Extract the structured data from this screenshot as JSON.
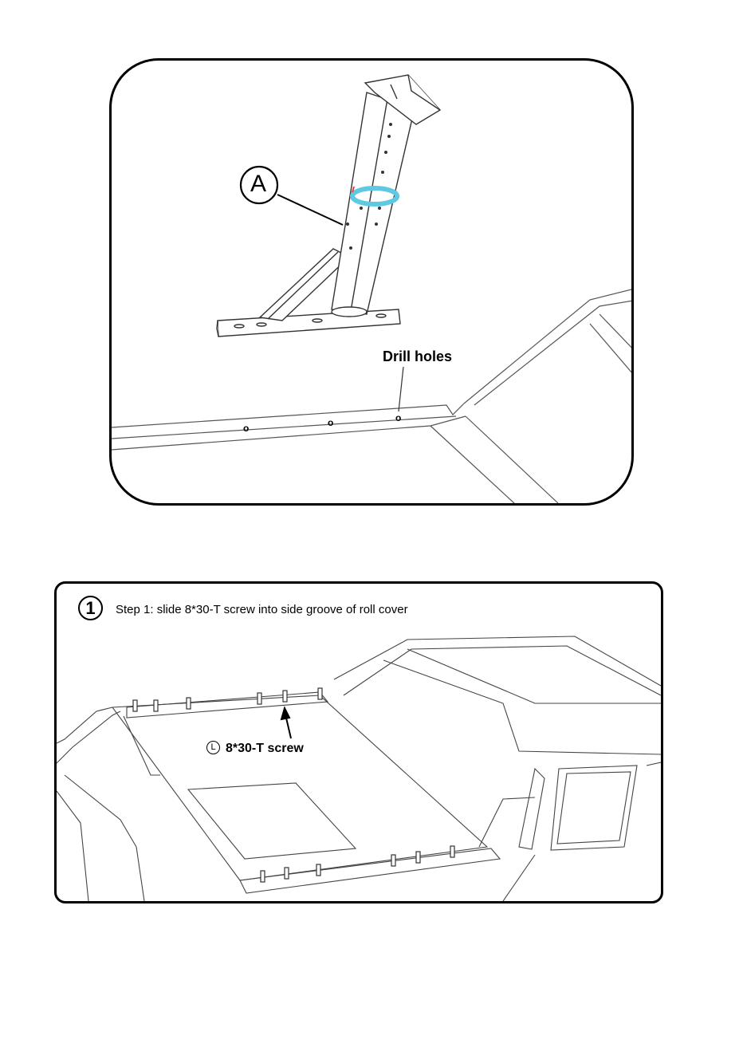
{
  "figure_top": {
    "part_callout": "A",
    "drill_label": "Drill holes",
    "hole_marks": [
      "o",
      "o",
      "o"
    ]
  },
  "figure_bottom": {
    "step_number": "1",
    "step_text": "Step 1: slide 8*30-T screw into side groove of roll cover",
    "part_letter": "L",
    "part_label": "8*30-T screw"
  },
  "colors": {
    "line": "#000000",
    "clamp": "#5ec9e0",
    "clamp_edge": "#e04040"
  }
}
